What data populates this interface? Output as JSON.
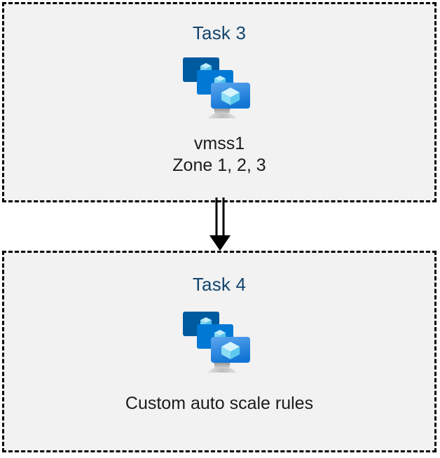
{
  "diagram": {
    "type": "flow",
    "background_color": "#ffffff",
    "box_fill_color": "#f2f2f2",
    "box_border_color": "#000000",
    "box_border_style": "dashed",
    "title_color": "#12456e",
    "caption_color": "#1b1b1b",
    "connector": {
      "name": "double-line-arrow",
      "direction": "down",
      "color": "#000000",
      "from": "Task 3",
      "to": "Task 4"
    },
    "nodes": [
      {
        "id": "task3",
        "title": "Task 3",
        "icon": "vm-scale-set-icon",
        "captions": [
          "vmss1",
          "Zone 1, 2, 3"
        ]
      },
      {
        "id": "task4",
        "title": "Task 4",
        "icon": "vm-scale-set-icon",
        "captions": [
          "Custom auto scale rules"
        ]
      }
    ]
  },
  "icon_colors": {
    "monitor_back": "#005A9E",
    "monitor_middle": "#0078D4",
    "monitor_front_top": "#50A0EC",
    "monitor_front_bottom": "#1E7BD6",
    "cube_top": "#C3F0FB",
    "cube_left": "#89DCF5",
    "cube_right": "#5BC8EE",
    "stand": "#A0A0A0"
  }
}
